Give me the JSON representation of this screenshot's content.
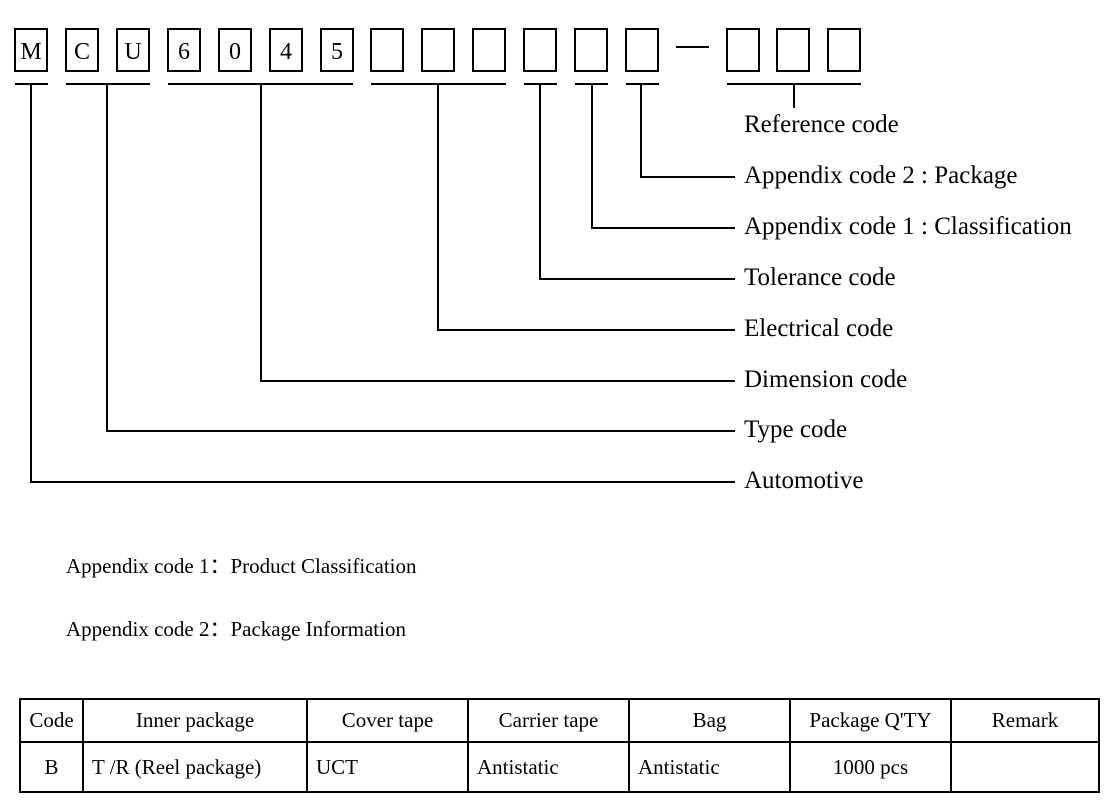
{
  "part_number": {
    "fixed_chars": [
      "M",
      "C",
      "U",
      "6",
      "0",
      "4",
      "5"
    ],
    "blank_box_count_before_dash": 6,
    "dash": "—",
    "blank_box_count_after_dash": 3
  },
  "labels": [
    "Reference code",
    "Appendix code 2 : Package",
    "Appendix code 1 : Classification",
    "Tolerance code",
    "Electrical code",
    "Dimension code",
    "Type code",
    "Automotive"
  ],
  "notes": {
    "appendix1": "Appendix code 1：Product Classification",
    "appendix2": "Appendix code 2：Package Information"
  },
  "table": {
    "headers": [
      "Code",
      "Inner package",
      "Cover tape",
      "Carrier tape",
      "Bag",
      "Package Q'TY",
      "Remark"
    ],
    "rows": [
      [
        "B",
        "T /R (Reel package)",
        "UCT",
        "Antistatic",
        "Antistatic",
        "1000   pcs",
        ""
      ]
    ]
  }
}
